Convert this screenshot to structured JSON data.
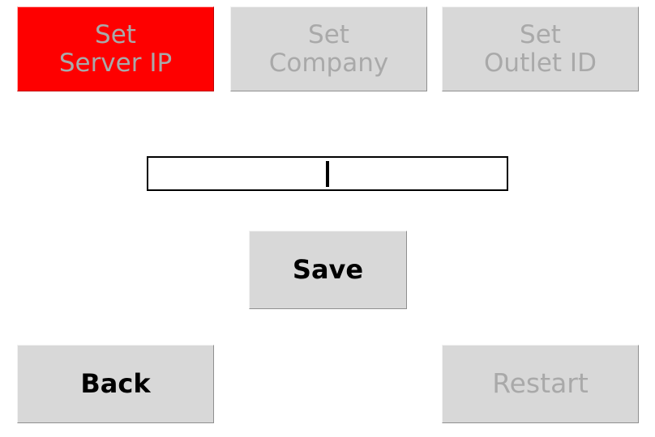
{
  "app": {
    "background_color": "#ffffff",
    "button_face_color": "#d8d8d8",
    "disabled_text_color": "#a9a9a9",
    "enabled_text_color": "#000000",
    "active_button_color": "#fe0000"
  },
  "top_row": {
    "buttons": [
      {
        "name": "set-server-ip",
        "label": "Set\nServer IP",
        "state": "active-selected",
        "background": "#fe0000",
        "text_color": "#a9a9a9",
        "enabled": false
      },
      {
        "name": "set-company",
        "label": "Set\nCompany",
        "state": "disabled",
        "background": "#d8d8d8",
        "text_color": "#a9a9a9",
        "enabled": false
      },
      {
        "name": "set-outlet-id",
        "label": "Set\nOutlet ID",
        "state": "disabled",
        "background": "#d8d8d8",
        "text_color": "#a9a9a9",
        "enabled": false
      }
    ]
  },
  "value_field": {
    "name": "value-input",
    "value": "",
    "placeholder": "",
    "caret_visible": true,
    "text_align": "center",
    "border_color": "#000000",
    "background": "#ffffff"
  },
  "save": {
    "name": "save-button",
    "label": "Save",
    "enabled": true,
    "text_color": "#000000"
  },
  "bottom_row": {
    "buttons": [
      {
        "name": "back",
        "label": "Back",
        "enabled": true,
        "text_color": "#000000"
      },
      {
        "name": "restart",
        "label": "Restart",
        "enabled": false,
        "text_color": "#a9a9a9"
      }
    ]
  }
}
